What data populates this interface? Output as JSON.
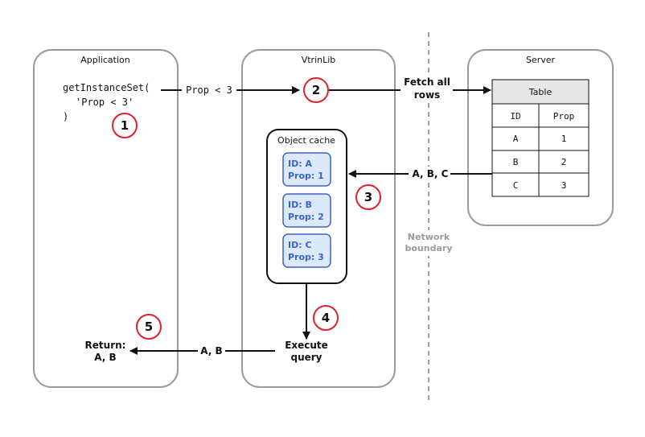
{
  "application": {
    "title": "Application",
    "code_line1": "getInstanceSet(",
    "code_line2": "'Prop < 3'",
    "code_line3": ")",
    "return_line1": "Return:",
    "return_line2": "A, B"
  },
  "vtrinlib": {
    "title": "VtrinLib",
    "cache_title": "Object cache",
    "cache_items": [
      {
        "id_text": "ID: A",
        "prop_text": "Prop: 1"
      },
      {
        "id_text": "ID: B",
        "prop_text": "Prop: 2"
      },
      {
        "id_text": "ID: C",
        "prop_text": "Prop: 3"
      }
    ],
    "execute_line1": "Execute",
    "execute_line2": "query"
  },
  "server": {
    "title": "Server",
    "table_title": "Table",
    "columns": [
      "ID",
      "Prop"
    ],
    "rows": [
      [
        "A",
        "1"
      ],
      [
        "B",
        "2"
      ],
      [
        "C",
        "3"
      ]
    ]
  },
  "arrows": {
    "query_label": "Prop < 3",
    "fetch_line1": "Fetch all",
    "fetch_line2": "rows",
    "results_label": "A, B, C",
    "return_label": "A, B"
  },
  "network": {
    "line1": "Network",
    "line2": "boundary"
  },
  "steps": [
    "1",
    "2",
    "3",
    "4",
    "5"
  ],
  "colors": {
    "step_circle": "#e0202a",
    "cache_item_fill": "#dce9fb",
    "cache_item_border": "#3b63c4",
    "panel_border": "#9a9a9a",
    "table_header_fill": "#e6e6e6"
  }
}
